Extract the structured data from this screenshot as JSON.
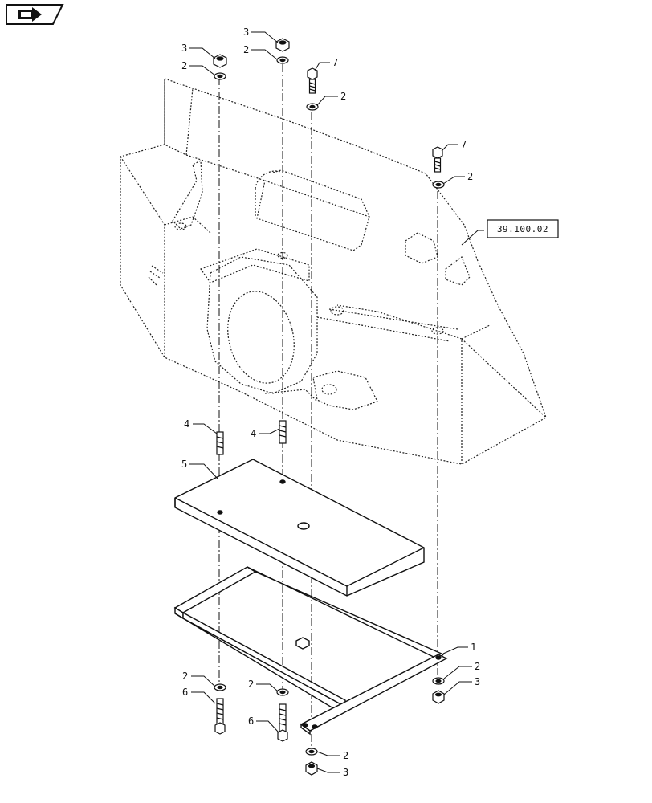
{
  "reference": "39.100.02",
  "nav_icon": "arrow-navigation-icon",
  "labels": {
    "washer": "2",
    "nut": "3",
    "bolt_short": "7",
    "stud": "4",
    "plate": "5",
    "long_bolt": "6",
    "frame": "1"
  },
  "callouts": [
    {
      "part": "nut",
      "text": "3"
    },
    {
      "part": "washer",
      "text": "2"
    },
    {
      "part": "nut",
      "text": "3"
    },
    {
      "part": "washer",
      "text": "2"
    },
    {
      "part": "bolt_short",
      "text": "7"
    },
    {
      "part": "washer",
      "text": "2"
    },
    {
      "part": "bolt_short",
      "text": "7"
    },
    {
      "part": "washer",
      "text": "2"
    },
    {
      "part": "stud",
      "text": "4"
    },
    {
      "part": "stud",
      "text": "4"
    },
    {
      "part": "plate",
      "text": "5"
    },
    {
      "part": "frame",
      "text": "1"
    },
    {
      "part": "washer",
      "text": "2"
    },
    {
      "part": "nut",
      "text": "3"
    },
    {
      "part": "washer",
      "text": "2"
    },
    {
      "part": "long_bolt",
      "text": "6"
    },
    {
      "part": "washer",
      "text": "2"
    },
    {
      "part": "long_bolt",
      "text": "6"
    },
    {
      "part": "washer",
      "text": "2"
    },
    {
      "part": "nut",
      "text": "3"
    }
  ]
}
